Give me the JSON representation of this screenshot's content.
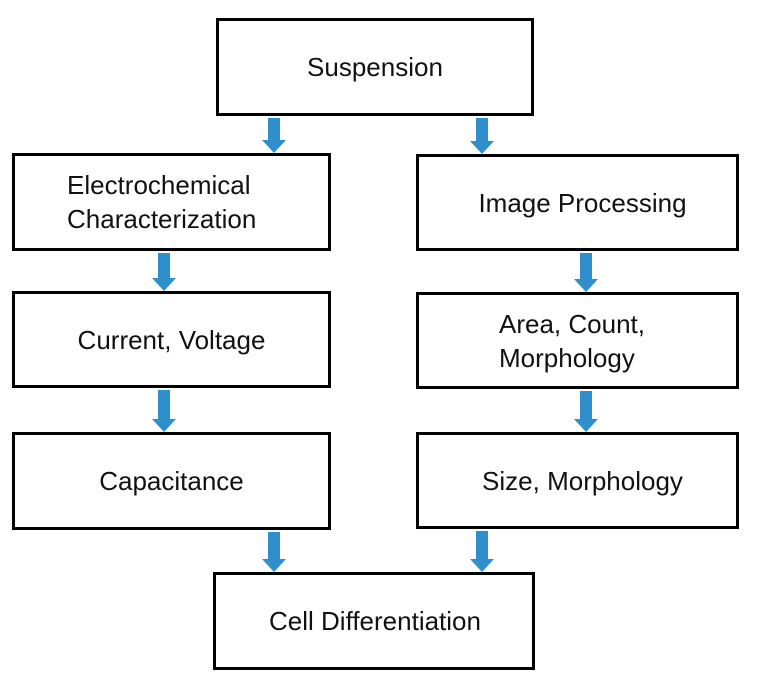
{
  "colors": {
    "arrow": "#2f8fcc",
    "box_border": "#000000",
    "text": "#111111"
  },
  "nodes": {
    "suspension": "Suspension",
    "electrochemical_line1": "Electrochemical",
    "electrochemical_line2": "Characterization",
    "image_processing": "Image Processing",
    "current_voltage": "Current, Voltage",
    "area_line1": "Area, Count,",
    "area_line2": "Morphology",
    "capacitance": "Capacitance",
    "size_morphology": "Size, Morphology",
    "cell_differentiation": "Cell Differentiation"
  },
  "edges": [
    {
      "from": "Suspension",
      "to": "Electrochemical Characterization"
    },
    {
      "from": "Suspension",
      "to": "Image Processing"
    },
    {
      "from": "Electrochemical Characterization",
      "to": "Current, Voltage"
    },
    {
      "from": "Current, Voltage",
      "to": "Capacitance"
    },
    {
      "from": "Capacitance",
      "to": "Cell Differentiation"
    },
    {
      "from": "Image Processing",
      "to": "Area, Count, Morphology"
    },
    {
      "from": "Area, Count, Morphology",
      "to": "Size, Morphology"
    },
    {
      "from": "Size, Morphology",
      "to": "Cell Differentiation"
    }
  ]
}
